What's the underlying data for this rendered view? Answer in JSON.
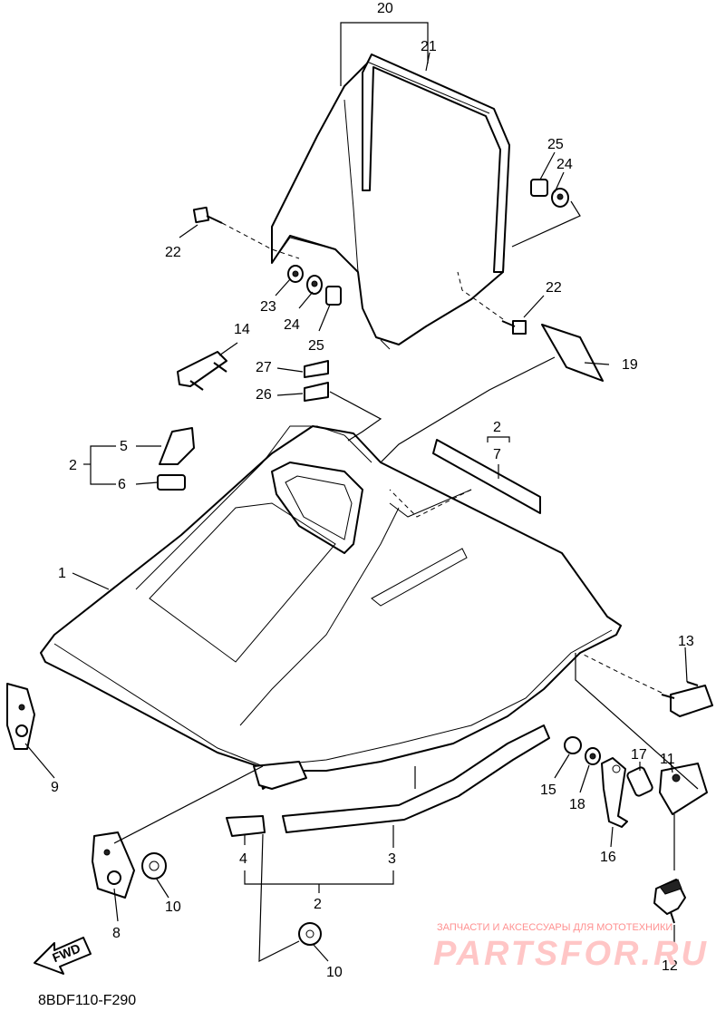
{
  "diagram": {
    "code": "8BDF110-F290",
    "fwd_label": "FWD",
    "watermark": {
      "top": "ЗАПЧАСТИ И АКСЕССУАРЫ ДЛЯ МОТОТЕХНИКИ",
      "brand": "PARTSFOR.RU"
    },
    "callouts": {
      "c1": "1",
      "c2a": "2",
      "c2b": "2",
      "c2c": "2",
      "c3": "3",
      "c4": "4",
      "c5": "5",
      "c6": "6",
      "c7": "7",
      "c8": "8",
      "c9": "9",
      "c10a": "10",
      "c10b": "10",
      "c11": "11",
      "c12": "12",
      "c13": "13",
      "c14": "14",
      "c15": "15",
      "c16": "16",
      "c17": "17",
      "c18": "18",
      "c19": "19",
      "c20": "20",
      "c21": "21",
      "c22a": "22",
      "c22b": "22",
      "c23": "23",
      "c24a": "24",
      "c24b": "24",
      "c25a": "25",
      "c25b": "25",
      "c26": "26",
      "c27": "27"
    }
  }
}
